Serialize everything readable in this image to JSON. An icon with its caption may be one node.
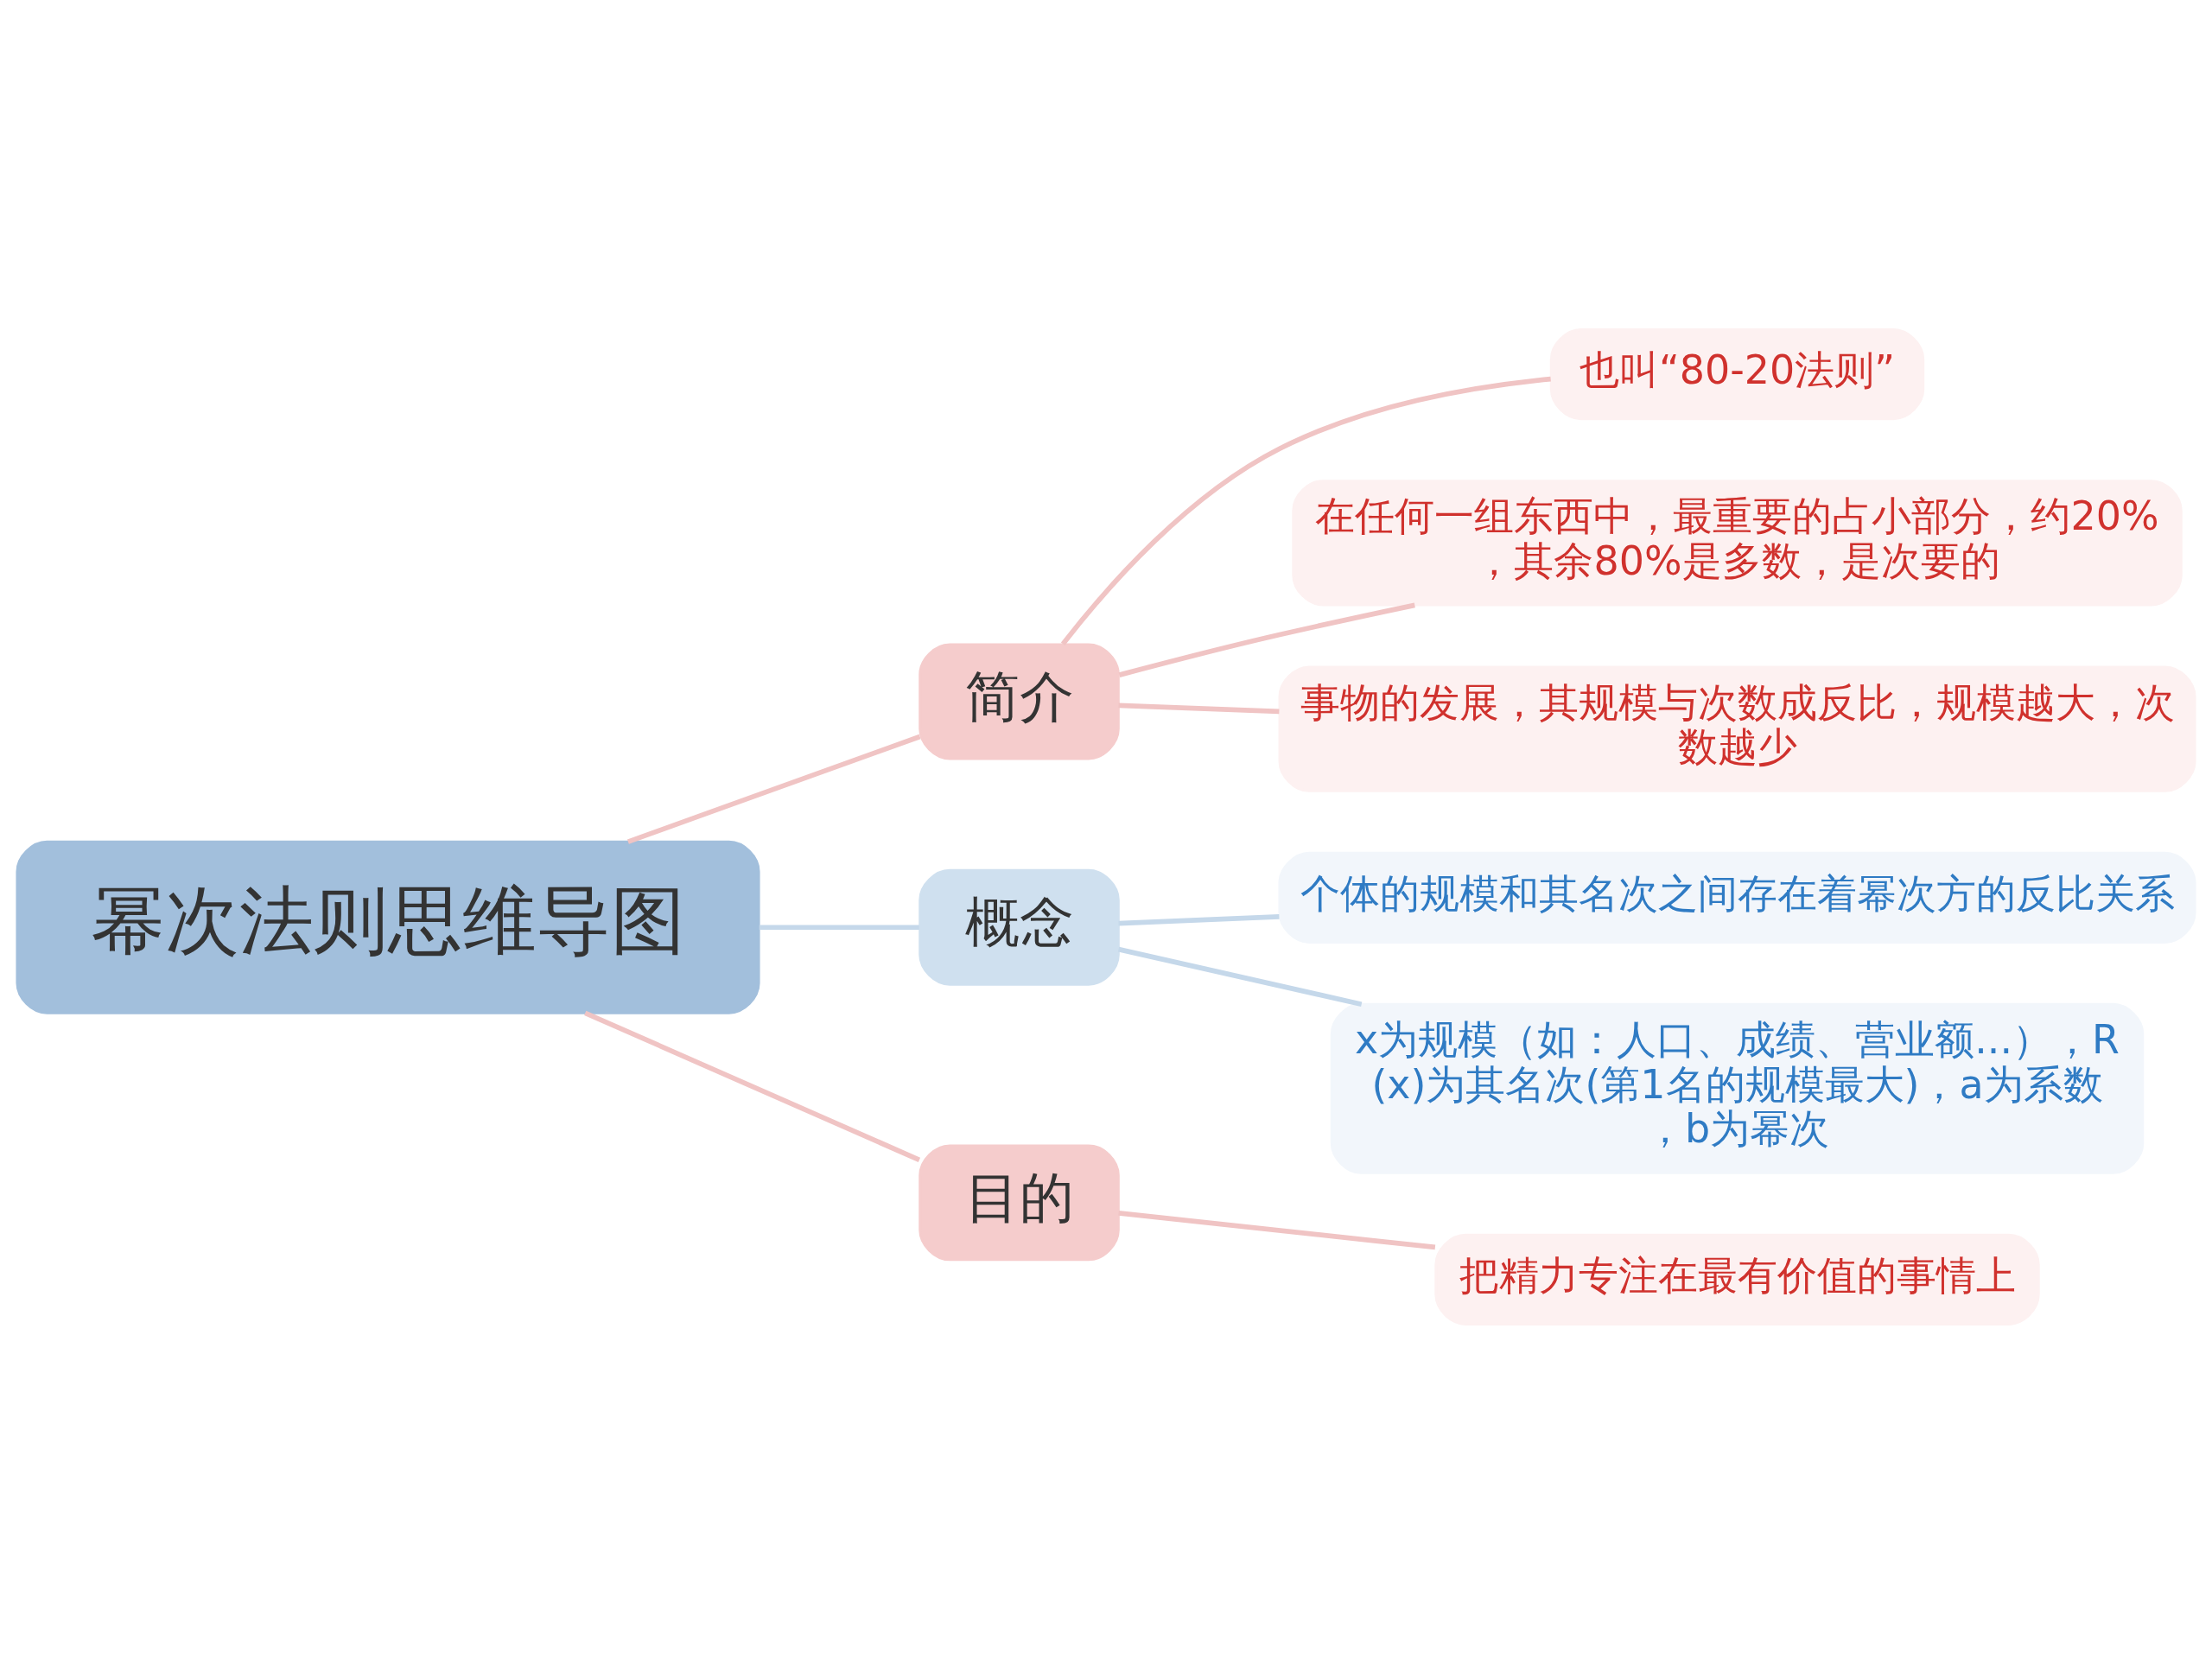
{
  "diagram": {
    "nodes": [
      {
        "text": [
          "幂次法则思维导图"
        ]
      },
      {
        "text": [
          "简介"
        ]
      },
      {
        "text": [
          "也叫“80-20法则”"
        ]
      },
      {
        "text": [
          "在任何一组东西中，最重要的占小部分，约20%，其余80%是多数，是次要的"
        ]
      },
      {
        "text": [
          "事物的发展，其规模与次数成反比，规模越大，次数越少"
        ]
      },
      {
        "text": [
          "概念"
        ]
      },
      {
        "text": [
          "个体的规模和其名次之间存在着幂次方的反比关系"
        ]
      },
      {
        "text": [
          "x为规模（如：人口、成绩、营业额...），R(x)为其名次(第1名的规模最大)，a为系数，b为幂次"
        ]
      },
      {
        "text": [
          "目的"
        ]
      },
      {
        "text": [
          "把精力专注在最有价值的事情上"
        ]
      }
    ],
    "edges": [
      {
        "from": 0,
        "to": 1,
        "arrow": "none"
      },
      {
        "from": 1,
        "to": 2,
        "arrow": "none"
      },
      {
        "from": 1,
        "to": 3,
        "arrow": "none"
      },
      {
        "from": 1,
        "to": 4,
        "arrow": "none"
      },
      {
        "from": 0,
        "to": 5,
        "arrow": "none",
        "color": "#c5d8ea"
      },
      {
        "from": 5,
        "to": 6,
        "arrow": "none",
        "color": "#c5d8ea"
      },
      {
        "from": 5,
        "to": 7,
        "arrow": "none",
        "color": "#c5d8ea"
      },
      {
        "from": 0,
        "to": 8,
        "arrow": "none"
      },
      {
        "from": 8,
        "to": 9,
        "arrow": "none"
      }
    ]
  }
}
